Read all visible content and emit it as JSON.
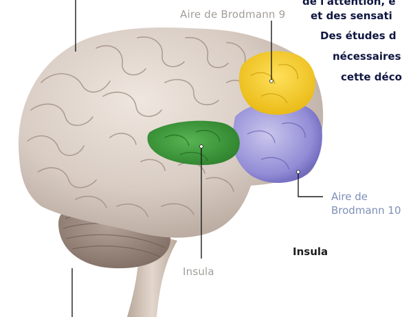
{
  "body_text": {
    "lines": [
      "de l'attention, e",
      "et des sensati",
      "Des études d",
      "nécessaires",
      "cette déco"
    ]
  },
  "labels": {
    "brodmann9": "Aire de Brodmann 9",
    "brodmann10_line1": "Aire de",
    "brodmann10_line2": "Brodmann 10",
    "insula_gray": "Insula",
    "insula_dark": "Insula"
  },
  "colors": {
    "brain": "#d8ccc3",
    "insula": "#3e9a3c",
    "brodmann9": "#f2cc2a",
    "brodmann10": "#7d78c9",
    "leader_line": "#1a1a1a",
    "blue_text": "#7d8fb8",
    "gray_text": "#a29d98"
  }
}
